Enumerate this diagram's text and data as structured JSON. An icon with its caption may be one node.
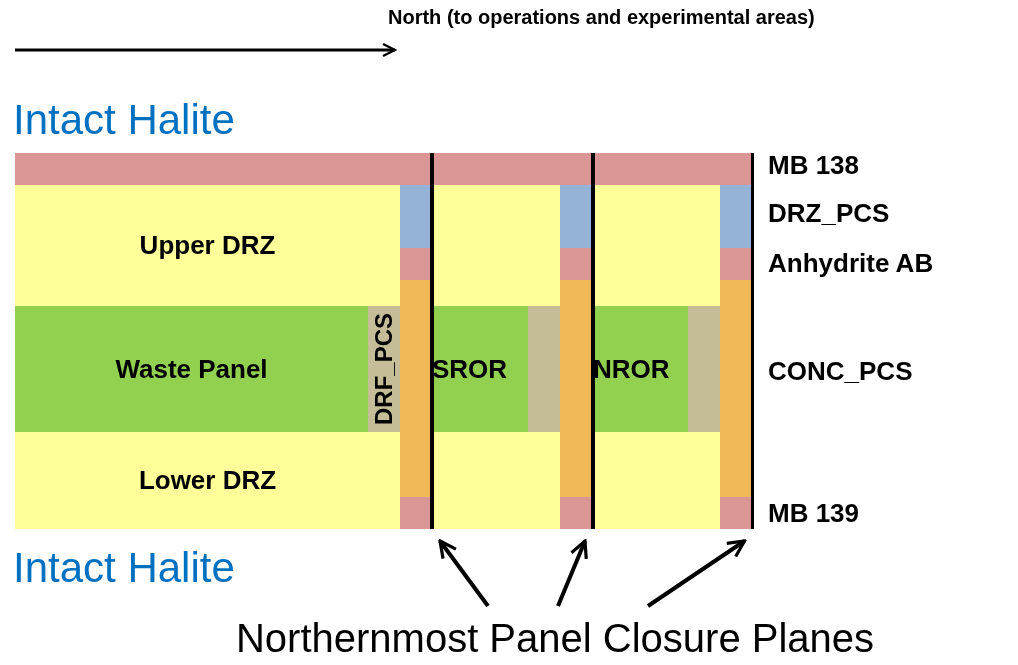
{
  "diagram": {
    "nodes": [
      {
        "text": [
          "Upper DRZ"
        ]
      },
      {
        "text": [
          "Waste Panel"
        ]
      },
      {
        "text": [
          "Lower DRZ"
        ]
      },
      {
        "text": [
          "DRF_PCS"
        ]
      },
      {
        "text": [
          "SROR"
        ]
      },
      {
        "text": [
          "NROR"
        ]
      },
      {
        "text": [
          "Northernmost Panel Closure Planes"
        ]
      },
      {
        "text": [],
        "shape": "line"
      },
      {
        "text": [],
        "shape": "line"
      },
      {
        "text": [],
        "shape": "line"
      }
    ],
    "edges": [
      {
        "from": 6,
        "to": 7,
        "arrow": "to"
      },
      {
        "from": 6,
        "to": 8,
        "arrow": "to"
      },
      {
        "from": 6,
        "to": 9,
        "arrow": "to"
      }
    ],
    "labels": [
      "North (to operations and experimental areas)",
      "Intact Halite",
      "MB 138",
      "DRZ_PCS",
      "Anhydrite AB",
      "CONC_PCS",
      "MB 139",
      "Intact Halite"
    ]
  }
}
